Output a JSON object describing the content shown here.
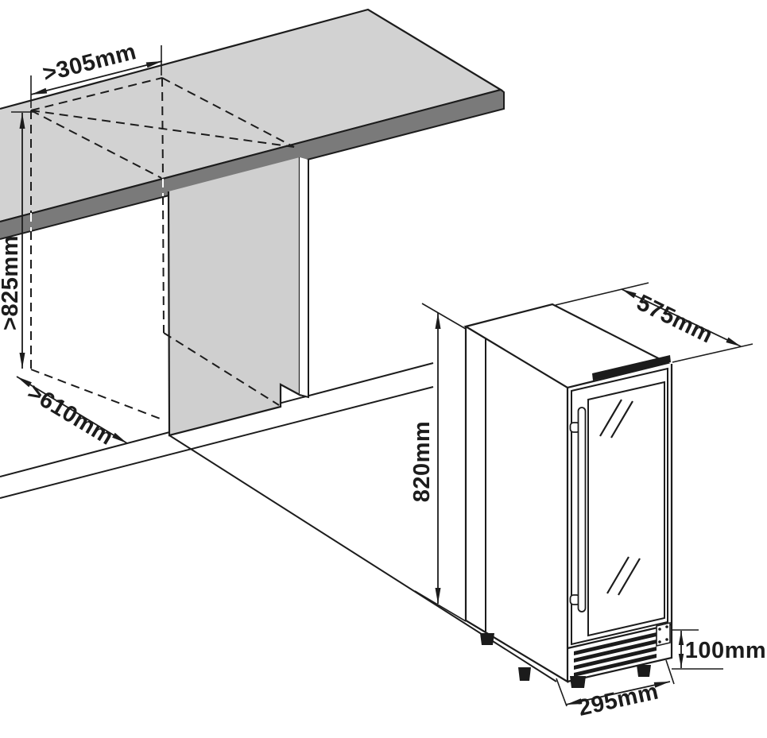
{
  "recess": {
    "width": ">305mm",
    "height": ">825mm",
    "depth": ">610mm"
  },
  "unit": {
    "depth": "575mm",
    "height": "820mm",
    "vent_height": "100mm",
    "width": "295mm"
  },
  "colors": {
    "line": "#1c1c1c",
    "worktop_top": "#d2d2d2",
    "worktop_edge": "#7a7a7a",
    "side_panel": "#cfcfcf",
    "shadow": "#1b1b1b"
  }
}
